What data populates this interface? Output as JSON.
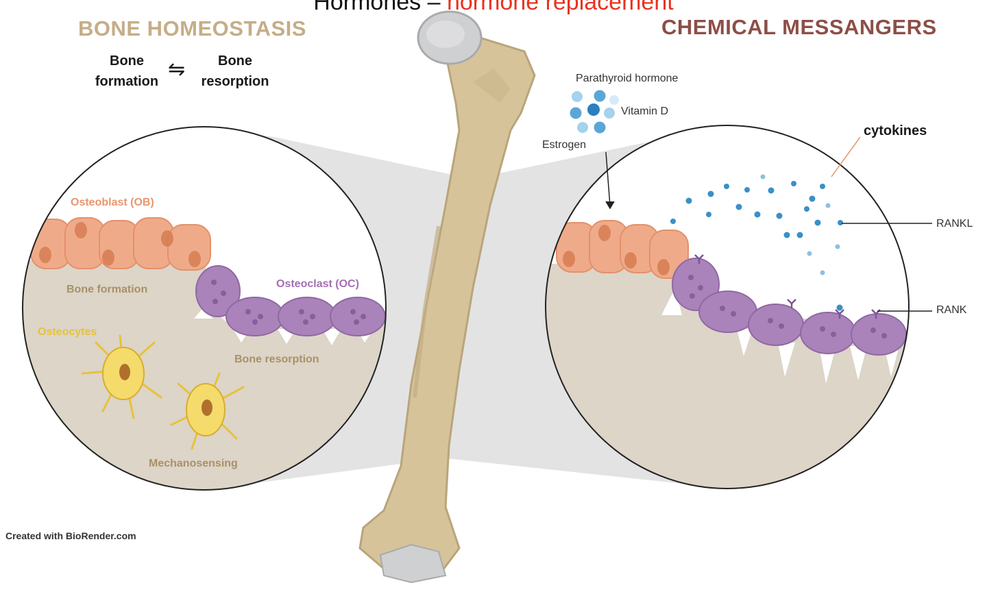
{
  "title": {
    "part1": "Hormones – ",
    "part2": "hormone replacement"
  },
  "left_panel": {
    "heading": "BONE HOMEOSTASIS",
    "equilibrium_left": "Bone formation",
    "equilibrium_right": "Bone resorption",
    "equilibrium_arrows": "⇋",
    "labels": {
      "osteoblast": "Osteoblast (OB)",
      "bone_formation": "Bone formation",
      "osteoclast": "Osteoclast (OC)",
      "osteocytes": "Osteocytes",
      "bone_resorption": "Bone resorption",
      "mechanosensing": "Mechanosensing"
    }
  },
  "right_panel": {
    "heading": "CHEMICAL MESSANGERS",
    "labels": {
      "parathyroid_hormone": "Parathyroid hormone",
      "vitamin_d": "Vitamin D",
      "estrogen": "Estrogen",
      "cytokines": "cytokines",
      "rankl": "RANKL",
      "rank": "RANK"
    }
  },
  "credit": "Created with BioRender.com",
  "colors": {
    "bone": "#d6c39a",
    "bone_matrix": "#dcd5c8",
    "osteoblast": "#efab89",
    "osteoclast": "#a983b9",
    "osteocyte": "#f4db6c",
    "cytokine": "#3b8fc7",
    "zoom_wedge": "#e3e3e4"
  }
}
